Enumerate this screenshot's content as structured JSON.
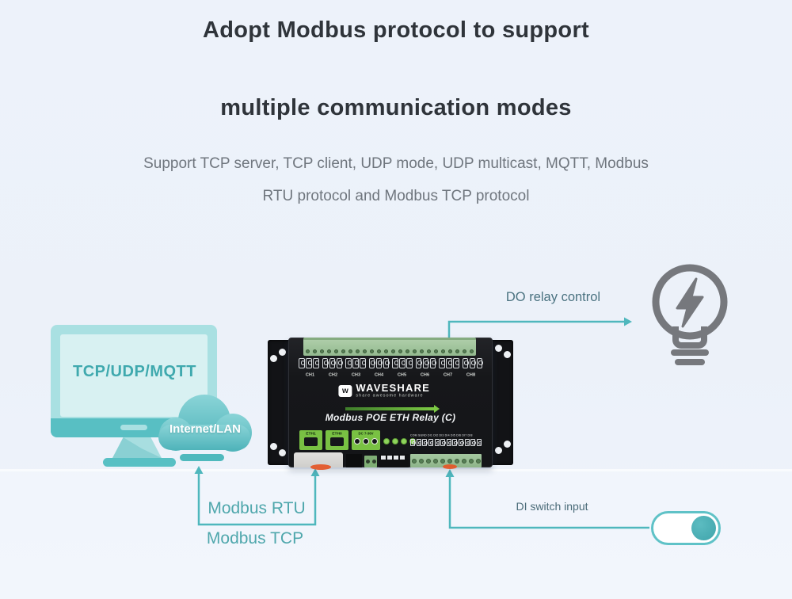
{
  "heading": {
    "line1": "Adopt Modbus protocol to support",
    "line2": "multiple communication modes"
  },
  "subtitle": {
    "line1": "Support TCP server, TCP client, UDP mode, UDP multicast, MQTT, Modbus",
    "line2": "RTU protocol and Modbus TCP protocol"
  },
  "monitor": {
    "screen_label": "TCP/UDP/MQTT"
  },
  "cloud": {
    "label": "Internet/LAN"
  },
  "annotations": {
    "do_relay": "DO relay control",
    "di_switch": "DI switch input",
    "modbus_rtu": "Modbus RTU",
    "modbus_tcp": "Modbus TCP"
  },
  "device": {
    "brand": "WAVESHARE",
    "brand_mark": "w",
    "tagline": "share awesome hardware",
    "model": "Modbus POE ETH Relay (C)",
    "channels": [
      "CH1",
      "CH2",
      "CH3",
      "CH4",
      "CH5",
      "CH6",
      "CH7",
      "CH8"
    ],
    "ports": {
      "eth1": "ETH1",
      "eth0": "ETH0",
      "power": "DC 7-36V",
      "di_row": "COM SGND DI1 DI2 DI3 DI4 DI5 DI6 DI7 DI8"
    },
    "counts": {
      "top_screws": 24,
      "relay_groups": 8,
      "relay_cells_per_group": 3,
      "di_terminals": 12,
      "bottom_screws": 10,
      "leds": 4,
      "power_jacks": 3
    }
  },
  "icons": {
    "bulb": "light-bulb-lightning-icon",
    "toggle": "toggle-switch-on-icon",
    "cloud": "cloud-icon",
    "monitor": "monitor-icon",
    "arrows": "teal-connector-arrows"
  },
  "colors": {
    "background": "#edf2fa",
    "accent_teal": "#4fb7bd",
    "label_blue_gray": "#4a7280",
    "modbus_teal": "#4fa7ac",
    "waveshare_green": "#79c143",
    "terminal_green": "#9cc198",
    "bulb_gray": "#76787d",
    "heading": "#2f343a",
    "subtitle": "#6f767e"
  }
}
